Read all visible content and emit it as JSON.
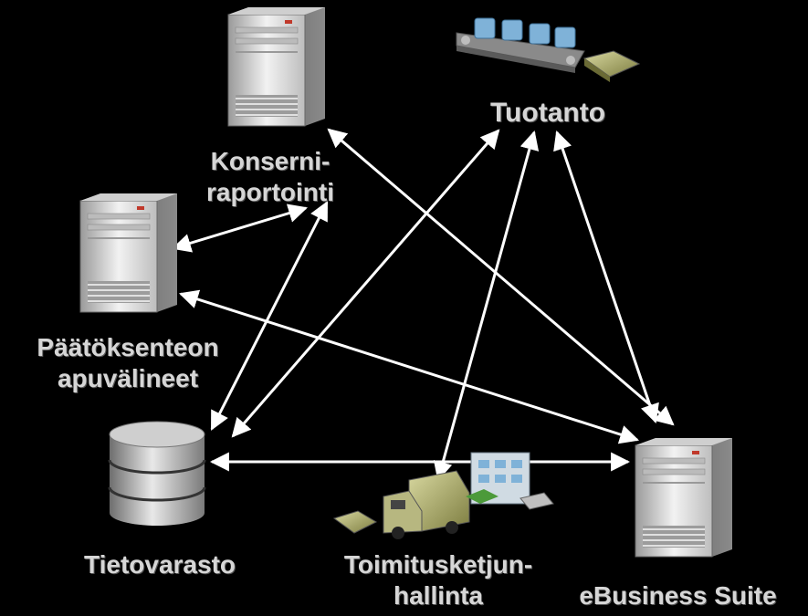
{
  "nodes": {
    "konsernin_raportointi": {
      "line1": "Konserni-",
      "line2": "raportointi"
    },
    "tuotanto": {
      "label": "Tuotanto"
    },
    "paatoksenteon_apuvalineet": {
      "line1": "Päätöksenteon",
      "line2": "apuvälineet"
    },
    "tietovarasto": {
      "label": "Tietovarasto"
    },
    "toimitusketjunhallinta": {
      "line1": "Toimitusketjun-",
      "line2": "hallinta"
    },
    "ebusiness_suite": {
      "label": "eBusiness Suite"
    }
  },
  "colors": {
    "background": "#000000",
    "text": "#d6d6d6",
    "arrow": "#ffffff",
    "accent_red": "#c0392b"
  }
}
